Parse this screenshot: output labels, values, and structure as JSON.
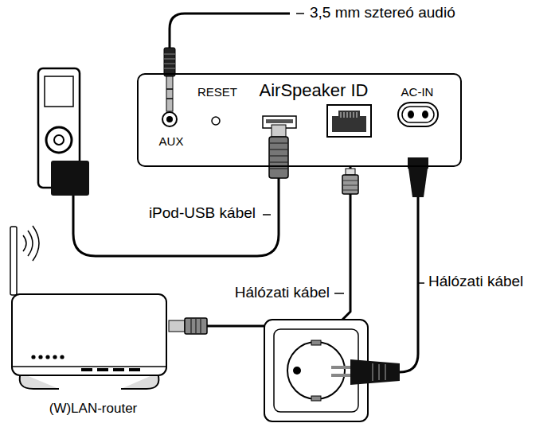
{
  "diagram": {
    "nodes": [
      {
        "text": [
          "RESET",
          "AirSpeaker ID",
          "AC-IN",
          "AUX"
        ]
      },
      {
        "text": [
          "(W)LAN-router"
        ]
      }
    ],
    "edges": [
      {
        "from": 1,
        "to": 0,
        "arrow": "none",
        "label": "Hálózati kábel"
      }
    ],
    "labels": [
      "3,5 mm sztereó audió",
      "iPod-USB kábel",
      "Hálózati kábel"
    ]
  }
}
